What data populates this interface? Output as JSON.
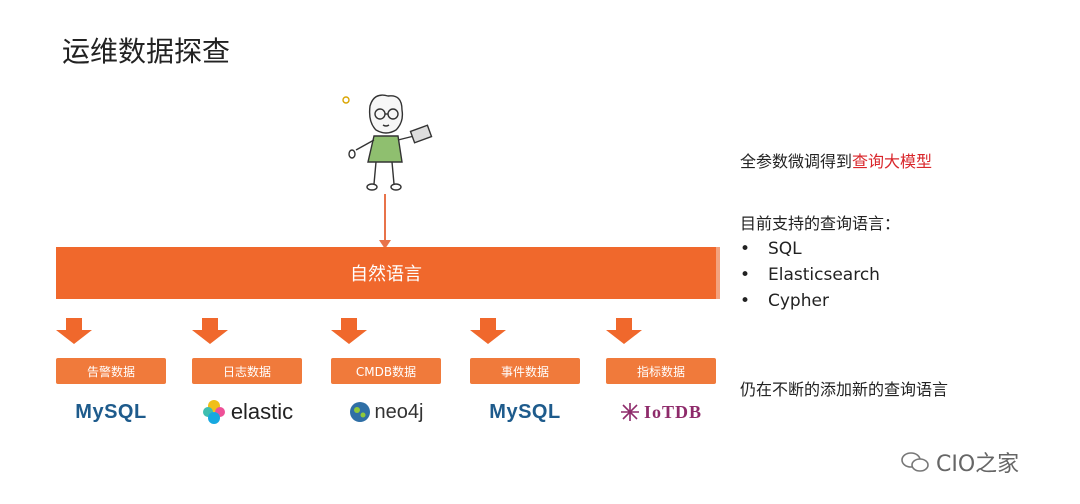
{
  "title": "运维数据探查",
  "banner": {
    "label": "自然语言"
  },
  "sources": [
    {
      "label": "告警数据",
      "logo": "MySQL"
    },
    {
      "label": "日志数据",
      "logo": "elastic"
    },
    {
      "label": "CMDB数据",
      "logo": "neo4j"
    },
    {
      "label": "事件数据",
      "logo": "MySQL"
    },
    {
      "label": "指标数据",
      "logo": "IoTDB"
    }
  ],
  "right": {
    "finetune_prefix": "全参数微调得到",
    "finetune_highlight": "查询大模型",
    "supported_heading": "目前支持的查询语言：",
    "languages": [
      "SQL",
      "Elasticsearch",
      "Cypher"
    ],
    "adding_text": "仍在不断的添加新的查询语言"
  },
  "watermark": {
    "text": "CIO之家"
  },
  "colors": {
    "accent": "#f0682c",
    "box": "#f07a3b",
    "highlight": "#d9262b"
  }
}
